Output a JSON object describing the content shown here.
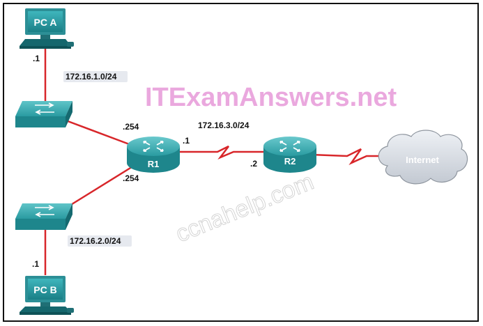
{
  "watermark": "ITExamAnswers.net",
  "faint_watermark": "ccnahelp.com",
  "devices": {
    "pc_a": "PC A",
    "pc_b": "PC B",
    "r1": "R1",
    "r2": "R2",
    "cloud": "Internet"
  },
  "labels": {
    "net_lan1": "172.16.1.0/24",
    "net_lan2": "172.16.2.0/24",
    "net_wan": "172.16.3.0/24",
    "pc_a_host": ".1",
    "pc_b_host": ".1",
    "r1_g0": ".254",
    "r1_g1": ".254",
    "r1_s0": ".1",
    "r2_s0": ".2"
  },
  "colors": {
    "link": "#d8262a",
    "device": "#1f8f95",
    "device_dark": "#136a70",
    "cloud": "#d9dde3"
  }
}
